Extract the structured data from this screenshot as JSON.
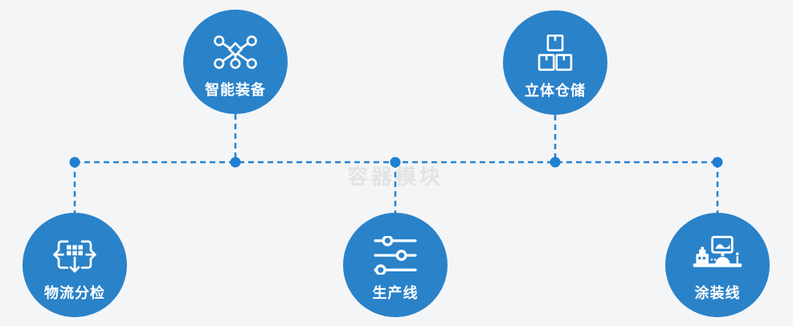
{
  "watermark": "容器模块",
  "colors": {
    "page_bg": "#f4f5f6",
    "circle_fill": "#2a82c9",
    "connector": "#2583d3",
    "node_dot": "#1f7fd2",
    "icon_stroke": "#ffffff",
    "label_text": "#ffffff",
    "watermark_text": "#e3e3e3"
  },
  "nodes": [
    {
      "id": "smart-equipment",
      "label": "智能装备",
      "icon": "network-nodes-icon"
    },
    {
      "id": "warehouse-storage",
      "label": "立体仓储",
      "icon": "stacked-boxes-icon"
    },
    {
      "id": "logistics-sorting",
      "label": "物流分检",
      "icon": "sorting-arrows-icon"
    },
    {
      "id": "production-line",
      "label": "生产线",
      "icon": "sliders-icon"
    },
    {
      "id": "painting-line",
      "label": "涂装线",
      "icon": "machine-console-icon"
    }
  ]
}
